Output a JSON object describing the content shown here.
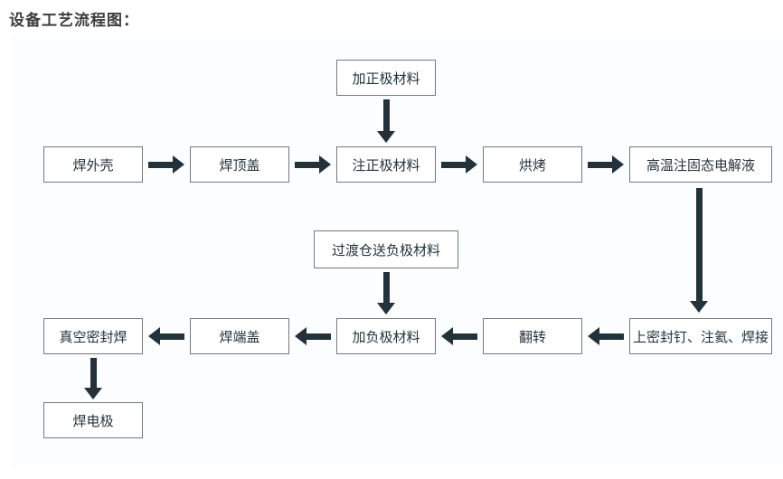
{
  "page": {
    "title": "设备工艺流程图："
  },
  "colors": {
    "arrow": "#22313a",
    "box_border": "#74797c",
    "box_fill": "#ffffff",
    "panel_bg": "#fbfdfe",
    "text": "#24323c"
  },
  "flow": {
    "feeds": {
      "positive": "加正极材料",
      "negative": "过渡仓送负极材料"
    },
    "row1": [
      "焊外壳",
      "焊顶盖",
      "注正极材料",
      "烘烤",
      "高温注固态电解液"
    ],
    "row2": [
      "真空密封焊",
      "焊端盖",
      "加负极材料",
      "翻转",
      "上密封钉、注氦、焊接"
    ],
    "final": "焊电极"
  }
}
